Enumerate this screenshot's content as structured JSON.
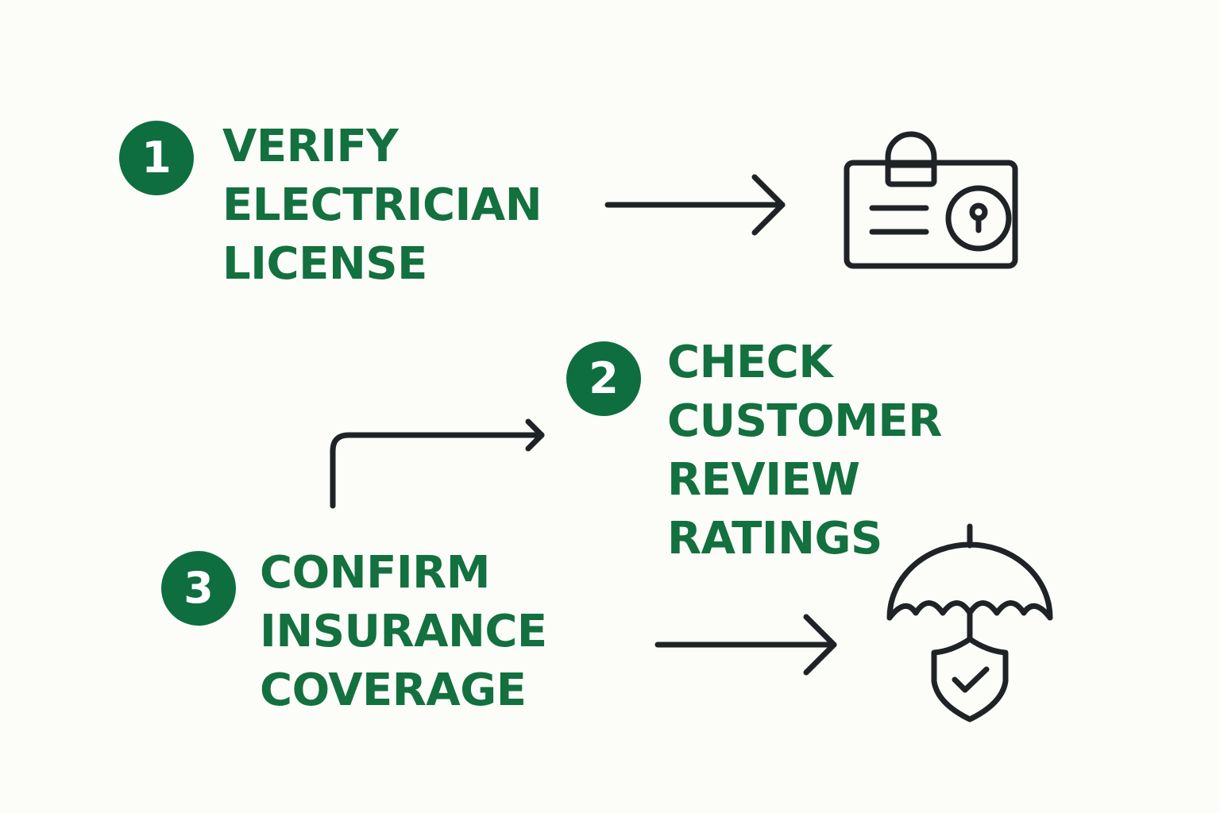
{
  "colors": {
    "background": "#fcfcf9",
    "accent": "#0e6e3f",
    "text": "#13703f",
    "line": "#1f2326"
  },
  "steps": [
    {
      "number": "1",
      "lines": [
        "VERIFY",
        "ELECTRICIAN",
        "LICENSE"
      ],
      "icon": "license-card-lock-icon"
    },
    {
      "number": "2",
      "lines": [
        "CHECK",
        "CUSTOMER",
        "REVIEW",
        "RATINGS"
      ]
    },
    {
      "number": "3",
      "lines": [
        "CONFIRM",
        "INSURANCE",
        "COVERAGE"
      ],
      "icon": "umbrella-shield-check-icon"
    }
  ]
}
